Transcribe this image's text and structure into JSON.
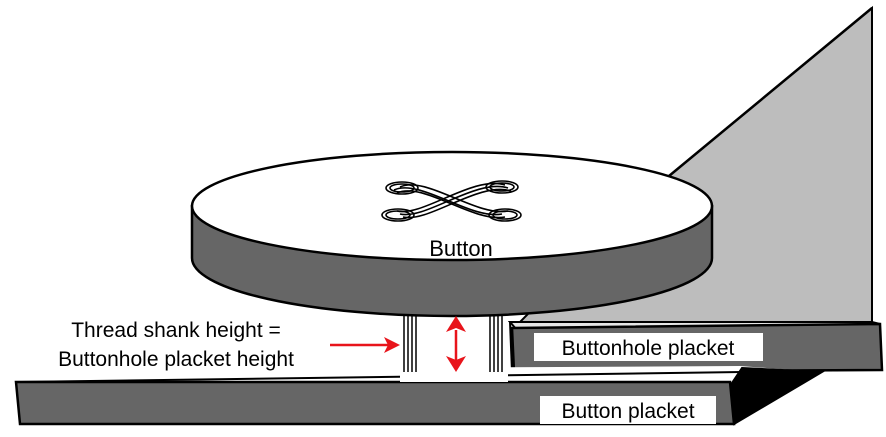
{
  "labels": {
    "button": "Button",
    "thread_shank_line1": "Thread shank height =",
    "thread_shank_line2": "Buttonhole placket height",
    "buttonhole_placket": "Buttonhole placket",
    "button_placket": "Button placket"
  },
  "colors": {
    "outline": "#000000",
    "fabric_gray": "#bdbdbd",
    "button_face": "#ffffff",
    "button_rim": "#666666",
    "placket_side": "#666666",
    "placket_edge": "#000000",
    "arrow": "#e8141b"
  },
  "icons": {
    "thread_cross": "thread-x-stitch-icon",
    "size_arrow": "double-headed-arrow-icon",
    "pointer_arrow": "right-arrow-icon"
  }
}
